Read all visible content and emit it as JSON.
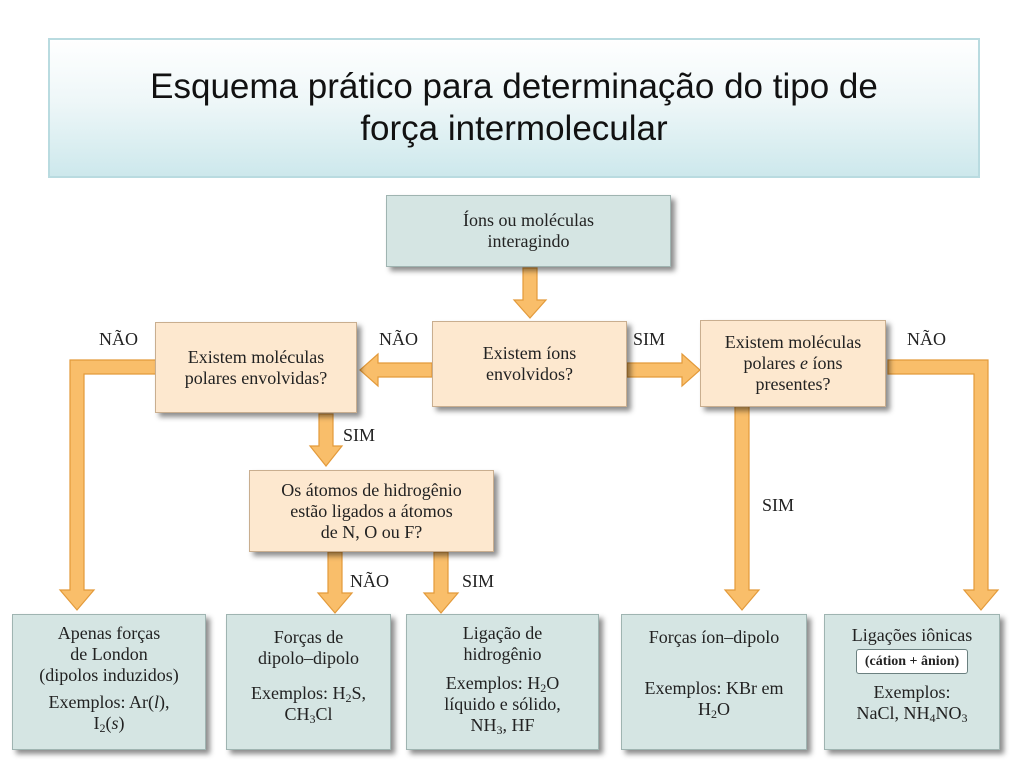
{
  "title": {
    "line1": "Esquema prático para determinação do tipo de",
    "line2": "força intermolecular"
  },
  "colors": {
    "arrow": "#f9be6a",
    "arrow_border": "#e39a3a",
    "question_box": "#fde8cf",
    "result_box": "#d5e5e3",
    "title_gradient_end": "#cde8ec"
  },
  "nodes": {
    "start": {
      "l1": "Íons ou moléculas",
      "l2": "interagindo"
    },
    "ions": {
      "l1": "Existem íons",
      "l2": "envolvidos?"
    },
    "polar": {
      "l1": "Existem moléculas",
      "l2": "polares envolvidas?"
    },
    "polar_ions": {
      "l1": "Existem moléculas",
      "l2a": "polares ",
      "l2e": "e",
      "l2b": " íons",
      "l3": "presentes?"
    },
    "hydrogen": {
      "l1": "Os átomos de hidrogênio",
      "l2": "estão ligados a átomos",
      "l3": "de N, O ou F?"
    }
  },
  "labels": {
    "nao_left": "NÃO",
    "nao_center": "NÃO",
    "sim_center": "SIM",
    "nao_right": "NÃO",
    "sim_polar": "SIM",
    "sim_right": "SIM",
    "nao_h": "NÃO",
    "sim_h": "SIM"
  },
  "results": {
    "london": {
      "l1": "Apenas forças",
      "l2": "de London",
      "l3": "(dipolos induzidos)",
      "ex_prefix": "Exemplos: Ar(",
      "ex_l": "l",
      "ex_mid": "),",
      "ex2_a": "I",
      "ex2_sub": "2",
      "ex2_b": "(",
      "ex2_s": "s",
      "ex2_c": ")"
    },
    "dipole": {
      "l1": "Forças de",
      "l2": "dipolo–dipolo",
      "ex_a": "Exemplos: H",
      "ex_sub1": "2",
      "ex_b": "S,",
      "ex2_a": "CH",
      "ex2_sub": "3",
      "ex2_b": "Cl"
    },
    "hbond": {
      "l1": "Ligação de",
      "l2": "hidrogênio",
      "ex_a": "Exemplos: H",
      "ex_sub1": "2",
      "ex_b": "O",
      "ex2": "líquido e sólido,",
      "ex3_a": "NH",
      "ex3_sub": "3",
      "ex3_b": ", HF"
    },
    "iondipole": {
      "l1": "Forças íon–dipolo",
      "ex": "Exemplos: KBr em",
      "ex2_a": "H",
      "ex2_sub": "2",
      "ex2_b": "O"
    },
    "ionic": {
      "l1": "Ligações iônicas",
      "pill": "(cátion + ânion)",
      "ex": "Exemplos:",
      "ex2_a": "NaCl, NH",
      "ex2_sub1": "4",
      "ex2_b": "NO",
      "ex2_sub2": "3"
    }
  }
}
